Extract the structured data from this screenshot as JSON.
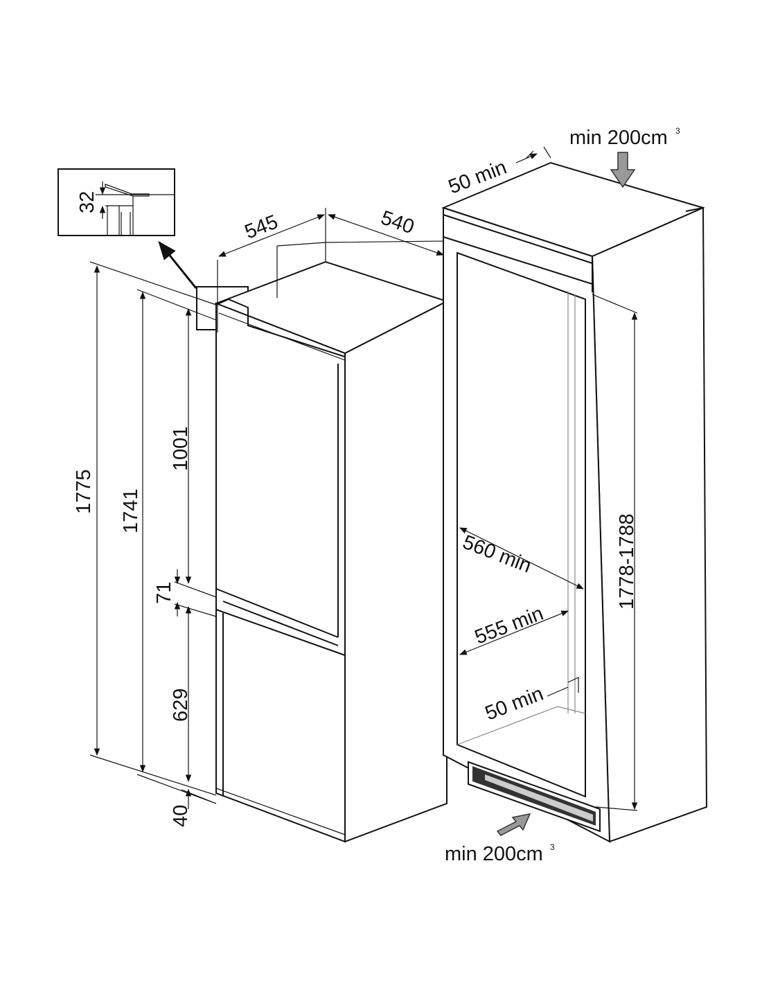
{
  "diagram": {
    "detail_inset": {
      "dimension": "32"
    },
    "appliance_dimensions": {
      "depth": "545",
      "width": "540",
      "total_height": "1775",
      "body_height": "1741",
      "upper_door": "1001",
      "gap": "71",
      "lower_door": "629",
      "base": "40"
    },
    "niche_dimensions": {
      "top_clearance": "50 min",
      "width_a": "560 min",
      "width_b": "555 min",
      "bottom_clearance": "50 min",
      "height": "1778-1788"
    },
    "ventilation": {
      "top_label": "min 200cm",
      "top_sup": "3",
      "bottom_label": "min 200cm",
      "bottom_sup": "3"
    },
    "colors": {
      "line": "#111111",
      "arrow_fill": "#999999",
      "vent_dark": "#333333"
    }
  }
}
